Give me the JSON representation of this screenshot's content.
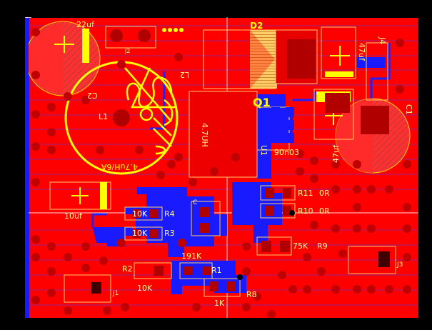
{
  "board": {
    "colors": {
      "background": "#000000",
      "copper_top": "#ff0000",
      "copper_bottom": "#0000ff",
      "silkscreen": "#ffff00",
      "pad": "#a00000",
      "via_hole": "#b00000",
      "hatch": "#c84a4a",
      "edge": "#ffffff"
    },
    "crosshair_icon": "crosshair-icon"
  },
  "labels": {
    "c_22uf": "22uf",
    "j2": "J2",
    "d2": "D2",
    "j4": "J4",
    "c_47uf_top": "47uf",
    "l2": "L2",
    "c2": "C2",
    "l1": "L1",
    "l1_value": "4.7uH/6A",
    "l_4_7uh": "4.7UH",
    "q1": "Q1",
    "c1": "C1",
    "u1": "U1",
    "u1_value": "90n03",
    "c_47uf_right": "47uf",
    "c_10uf": "10uf",
    "r11": "R11",
    "r11_value": "0R",
    "r10": "R10",
    "r10_value": "0R",
    "r4": "R4",
    "r4_value": "10K",
    "r3": "R3",
    "r3_value": "10K",
    "c_small": "C",
    "r9_value": "75K",
    "r9": "R9",
    "r_191k": "191K",
    "r2": "R2",
    "r1": "R1",
    "r2_value": "10K",
    "j1": "J1",
    "r8": "R8",
    "r_1k": "1K",
    "j3": "J3"
  }
}
